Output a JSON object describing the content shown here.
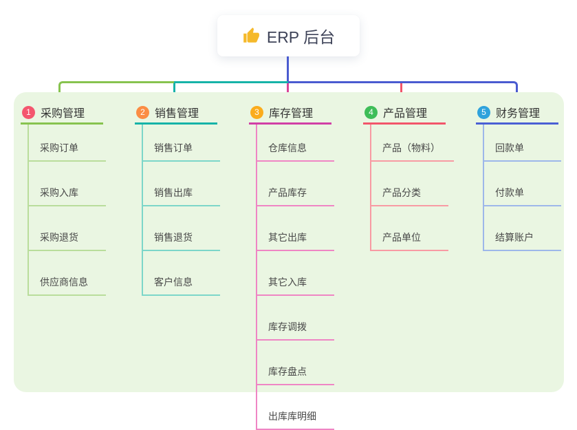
{
  "root": {
    "title": "ERP 后台",
    "icon": "thumbs-up-icon"
  },
  "connectors": {
    "trunk": "#4a5bd0",
    "bus_green": "#87c34f",
    "bus_teal": "#16b3a8",
    "bus_blue": "#4a5bd0",
    "drop_pink": "#da4397",
    "drop_red": "#f2556a"
  },
  "panel_color": "#eaf6e2",
  "branches": [
    {
      "badge": "1",
      "label": "采购管理",
      "badge_color": "#f4566e",
      "line_color": "#87c34f",
      "light_color": "#b9dd9b",
      "children": [
        "采购订单",
        "采购入库",
        "采购退货",
        "供应商信息"
      ]
    },
    {
      "badge": "2",
      "label": "销售管理",
      "badge_color": "#fb8d44",
      "line_color": "#16b3a8",
      "light_color": "#7cd6c9",
      "children": [
        "销售订单",
        "销售出库",
        "销售退货",
        "客户信息"
      ]
    },
    {
      "badge": "3",
      "label": "库存管理",
      "badge_color": "#fbac1c",
      "line_color": "#d13fa6",
      "light_color": "#ef85c4",
      "children": [
        "仓库信息",
        "产品库存",
        "其它出库",
        "其它入库",
        "库存调拨",
        "库存盘点",
        "出库库明细"
      ]
    },
    {
      "badge": "4",
      "label": "产品管理",
      "badge_color": "#3ebd58",
      "line_color": "#f2556a",
      "light_color": "#f89aa3",
      "children": [
        "产品（物料）",
        "产品分类",
        "产品单位"
      ]
    },
    {
      "badge": "5",
      "label": "财务管理",
      "badge_color": "#2fa2dc",
      "line_color": "#4a5fd4",
      "light_color": "#9db7ea",
      "children": [
        "回款单",
        "付款单",
        "结算账户"
      ]
    }
  ]
}
